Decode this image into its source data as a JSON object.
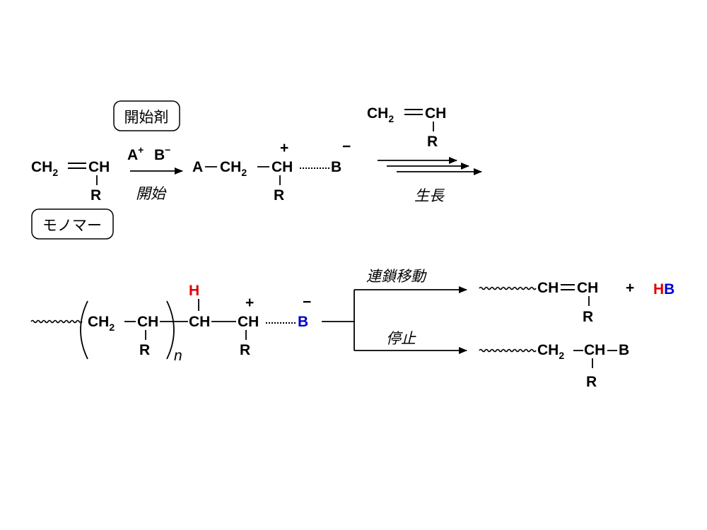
{
  "labels": {
    "initiator": "開始剤",
    "monomer": "モノマー",
    "initiation": "開始",
    "propagation": "生長",
    "chain_transfer": "連鎖移動",
    "termination": "停止"
  },
  "reagents": {
    "a_plus": "A",
    "plus_sign": "+",
    "b_minus": "B",
    "minus_sign": "−"
  },
  "atoms": {
    "CH": "CH",
    "CH2_main": "CH",
    "subscript_2": "2",
    "R": "R",
    "A": "A",
    "B": "B",
    "H": "H",
    "n": "n",
    "plus": "+",
    "minus": "−",
    "HB_H": "H",
    "HB_B": "B"
  },
  "colors": {
    "black": "#000000",
    "red": "#e00000",
    "blue": "#0000d0"
  }
}
